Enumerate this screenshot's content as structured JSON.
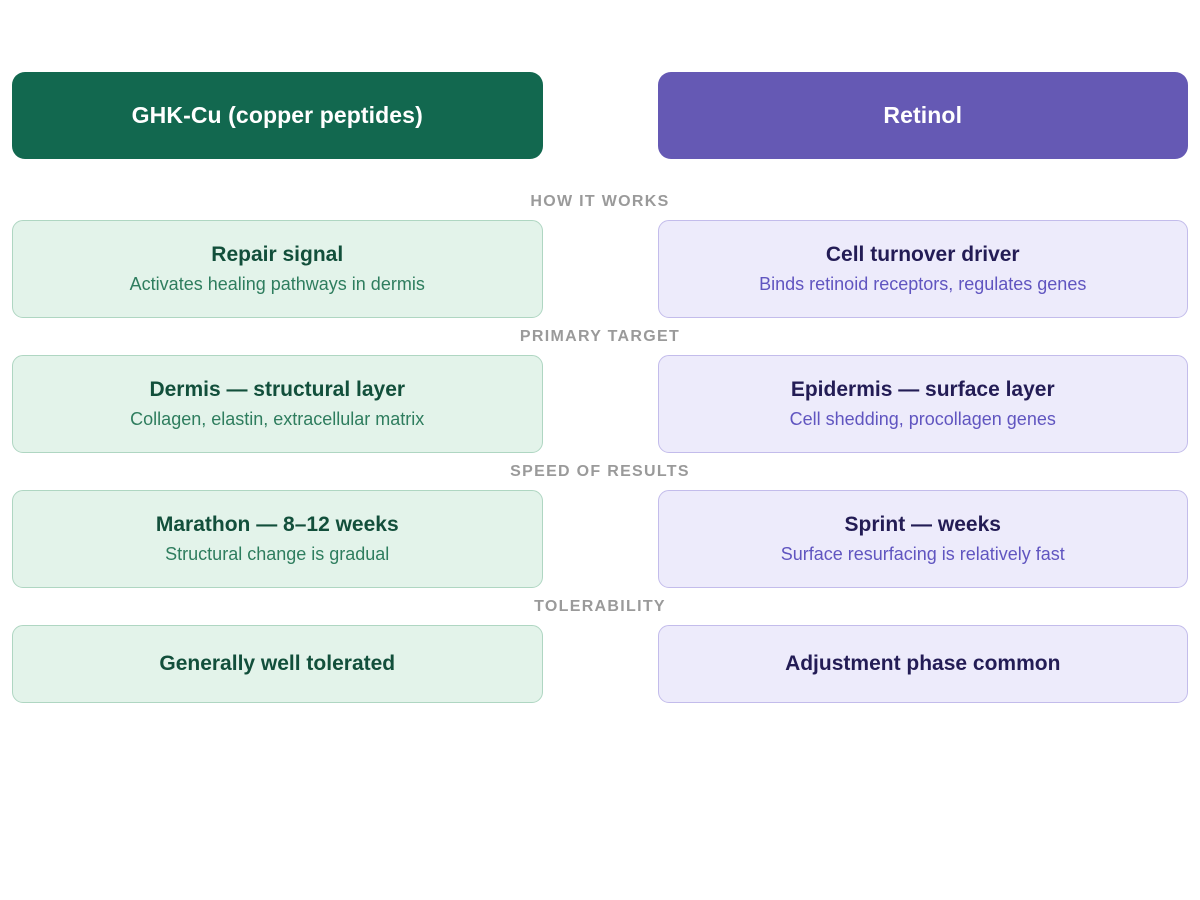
{
  "columns": [
    {
      "id": "ghk-cu",
      "label": "GHK-Cu (copper peptides)",
      "accent": "#12684F",
      "theme": "green"
    },
    {
      "id": "retinol",
      "label": "Retinol",
      "accent": "#6559B4",
      "theme": "purple"
    }
  ],
  "sections": [
    {
      "label": "HOW IT WORKS",
      "left": {
        "title": "Repair signal",
        "sub": "Activates healing pathways in dermis"
      },
      "right": {
        "title": "Cell turnover driver",
        "sub": "Binds retinoid receptors, regulates genes"
      }
    },
    {
      "label": "PRIMARY TARGET",
      "left": {
        "title": "Dermis — structural layer",
        "sub": "Collagen, elastin, extracellular matrix"
      },
      "right": {
        "title": "Epidermis — surface layer",
        "sub": "Cell shedding, procollagen genes"
      }
    },
    {
      "label": "SPEED OF RESULTS",
      "left": {
        "title": "Marathon — 8–12 weeks",
        "sub": "Structural change is gradual"
      },
      "right": {
        "title": "Sprint — weeks",
        "sub": "Surface resurfacing is relatively fast"
      }
    },
    {
      "label": "TOLERABILITY",
      "left": {
        "title": "Generally well tolerated",
        "sub": ""
      },
      "right": {
        "title": "Adjustment phase common",
        "sub": ""
      }
    }
  ],
  "colors": {
    "green_header_bg": "#12684F",
    "purple_header_bg": "#6559B4",
    "green_card_bg": "#E3F3EA",
    "green_card_border": "#AFD6C2",
    "green_title": "#124F3B",
    "green_sub": "#2E7D5E",
    "purple_card_bg": "#EDEBFB",
    "purple_card_border": "#C3BCEB",
    "purple_title": "#231C55",
    "purple_sub": "#6055C0",
    "section_label": "#9a9a9a",
    "header_text": "#ffffff",
    "page_bg": "#ffffff"
  }
}
